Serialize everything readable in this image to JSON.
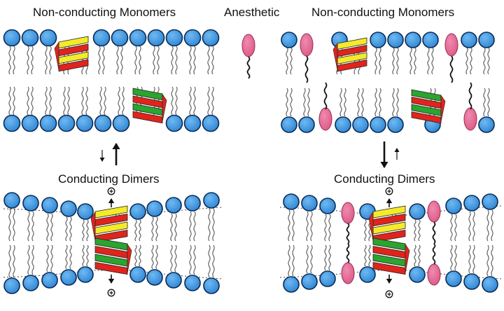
{
  "labels": {
    "top_left": "Non-conducting Monomers",
    "top_center": "Anesthetic",
    "top_right": "Non-conducting Monomers",
    "mid_left": "Conducting Dimers",
    "mid_right": "Conducting Dimers"
  },
  "charge_symbol": "+",
  "colors": {
    "lipid_head": "#2f86d3",
    "lipid_head_stroke": "#0a2a55",
    "anesthetic": "#dc5a86",
    "helix_yellow": "#f5ea2a",
    "helix_red": "#e0241c",
    "helix_green": "#2aa52e",
    "tail": "#555555"
  },
  "icons": [
    "lipid-head-icon",
    "anesthetic-molecule-icon",
    "gramicidin-helix-icon",
    "equilibrium-arrow-icon",
    "positive-ion-icon"
  ]
}
